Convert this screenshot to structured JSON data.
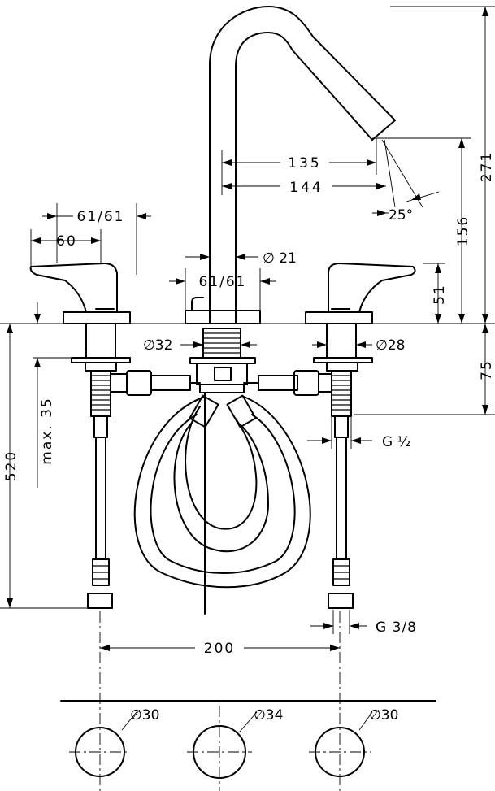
{
  "dimensions": {
    "d135": "135",
    "d144": "144",
    "d25": "25°",
    "d271": "271",
    "d156": "156",
    "d51": "51",
    "d75": "75",
    "d520": "520",
    "dmax35": "max. 35",
    "d61_top": "61/61",
    "d60": "60",
    "d61_mid": "61/61",
    "dphi21": "∅ 21",
    "dphi32": "∅32",
    "dphi28": "∅28",
    "dG12": "G ½",
    "dG38": "G 3/8",
    "d200": "200",
    "dphi30_left": "∅30",
    "dphi34": "∅34",
    "dphi30_right": "∅30"
  }
}
